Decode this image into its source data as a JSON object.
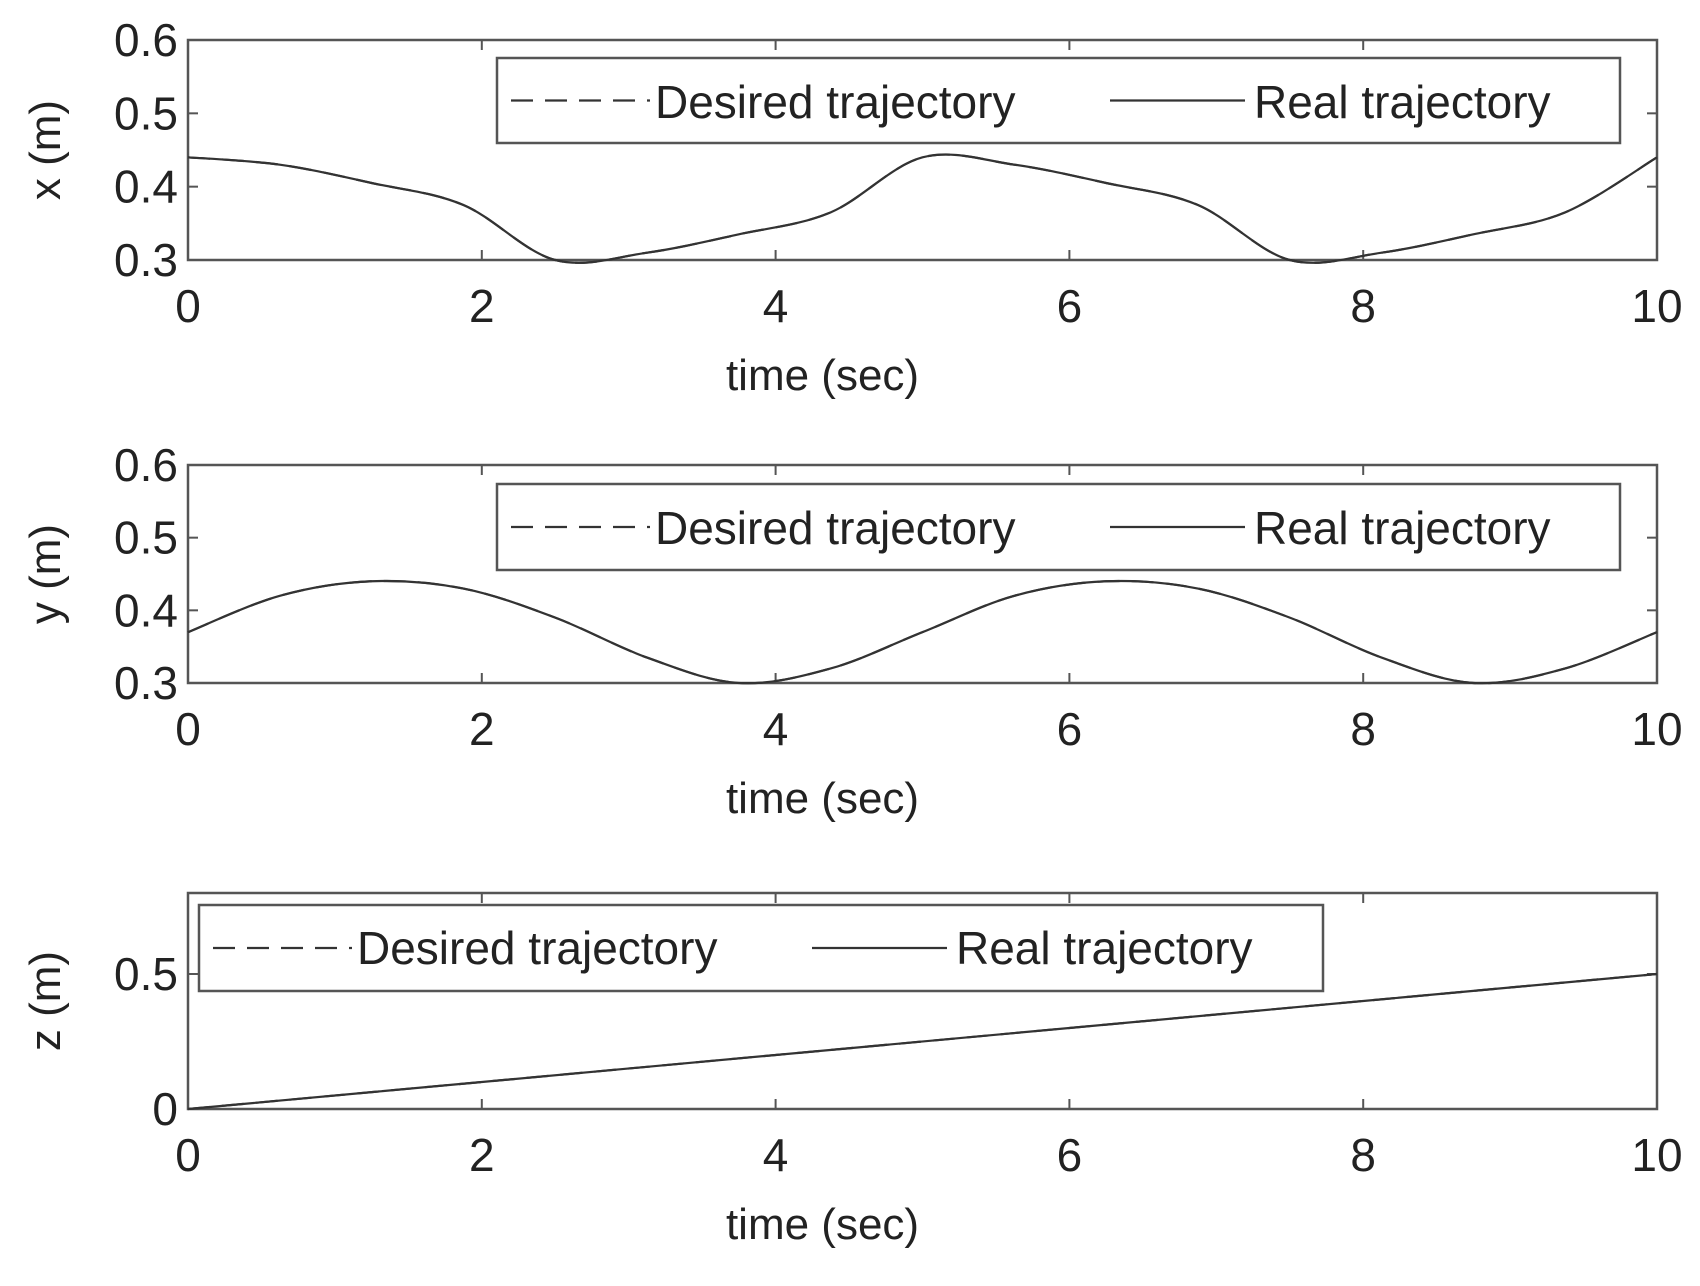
{
  "chart_data": [
    {
      "type": "line",
      "xlabel": "time (sec)",
      "ylabel": "x (m)",
      "xlim": [
        0,
        10
      ],
      "ylim": [
        0.3,
        0.6
      ],
      "xticks": [
        "0",
        "2",
        "4",
        "6",
        "8",
        "10"
      ],
      "yticks": [
        "0.3",
        "0.4",
        "0.5",
        "0.6"
      ],
      "legend": "top-right",
      "grid": false,
      "x": [
        0,
        0.625,
        1.25,
        1.875,
        2.5,
        3.125,
        3.75,
        4.375,
        5,
        5.625,
        6.25,
        6.875,
        7.5,
        8.125,
        8.75,
        9.375,
        10
      ],
      "series": [
        {
          "name": "Desired trajectory",
          "style": "dashed",
          "color": "#333333",
          "values": [
            0.44,
            0.43,
            0.405,
            0.375,
            0.3,
            0.31,
            0.335,
            0.365,
            0.44,
            0.43,
            0.405,
            0.375,
            0.3,
            0.31,
            0.335,
            0.365,
            0.44
          ]
        },
        {
          "name": "Real trajectory",
          "style": "solid",
          "color": "#333333",
          "values": [
            0.44,
            0.43,
            0.405,
            0.375,
            0.3,
            0.31,
            0.335,
            0.365,
            0.44,
            0.43,
            0.405,
            0.375,
            0.3,
            0.31,
            0.335,
            0.365,
            0.44
          ]
        }
      ]
    },
    {
      "type": "line",
      "xlabel": "time (sec)",
      "ylabel": "y (m)",
      "xlim": [
        0,
        10
      ],
      "ylim": [
        0.3,
        0.6
      ],
      "xticks": [
        "0",
        "2",
        "4",
        "6",
        "8",
        "10"
      ],
      "yticks": [
        "0.3",
        "0.4",
        "0.5",
        "0.6"
      ],
      "legend": "top-right",
      "grid": false,
      "x": [
        0,
        0.625,
        1.25,
        1.875,
        2.5,
        3.125,
        3.75,
        4.375,
        5,
        5.625,
        6.25,
        6.875,
        7.5,
        8.125,
        8.75,
        9.375,
        10
      ],
      "series": [
        {
          "name": "Desired trajectory",
          "style": "dashed",
          "color": "#333333",
          "values": [
            0.37,
            0.42,
            0.44,
            0.43,
            0.39,
            0.335,
            0.3,
            0.32,
            0.37,
            0.42,
            0.44,
            0.43,
            0.39,
            0.335,
            0.3,
            0.32,
            0.37
          ]
        },
        {
          "name": "Real trajectory",
          "style": "solid",
          "color": "#333333",
          "values": [
            0.37,
            0.42,
            0.44,
            0.43,
            0.39,
            0.335,
            0.3,
            0.32,
            0.37,
            0.42,
            0.44,
            0.43,
            0.39,
            0.335,
            0.3,
            0.32,
            0.37
          ]
        }
      ]
    },
    {
      "type": "line",
      "xlabel": "time (sec)",
      "ylabel": "z (m)",
      "xlim": [
        0,
        10
      ],
      "ylim": [
        0,
        0.8
      ],
      "xticks": [
        "0",
        "2",
        "4",
        "6",
        "8",
        "10"
      ],
      "yticks": [
        "0",
        "0.5"
      ],
      "ytick_values": [
        0,
        0.5
      ],
      "legend": "top-left",
      "grid": false,
      "x": [
        0,
        2,
        4,
        6,
        8,
        10
      ],
      "series": [
        {
          "name": "Desired trajectory",
          "style": "dashed",
          "color": "#333333",
          "values": [
            0,
            0.1,
            0.2,
            0.3,
            0.4,
            0.5
          ]
        },
        {
          "name": "Real trajectory",
          "style": "solid",
          "color": "#333333",
          "values": [
            0,
            0.1,
            0.2,
            0.3,
            0.4,
            0.5
          ]
        }
      ]
    }
  ]
}
